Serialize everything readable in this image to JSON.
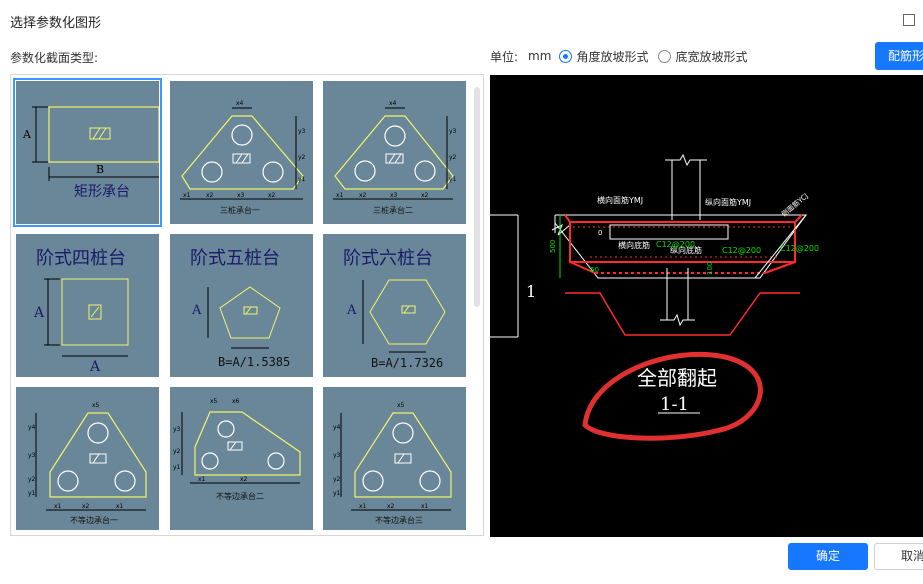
{
  "dialog": {
    "title": "选择参数化图形",
    "section_label": "参数化截面类型:"
  },
  "unit": {
    "label": "单位:",
    "value": "mm",
    "options": [
      {
        "label": "角度放坡形式",
        "selected": true
      },
      {
        "label": "底宽放坡形式",
        "selected": false
      }
    ]
  },
  "buttons": {
    "rebar": "配筋形",
    "ok": "确定",
    "cancel": "取消"
  },
  "shapes": [
    {
      "name": "矩形承台",
      "dims": {
        "a": "A",
        "b": "B"
      }
    },
    {
      "name": "三桩承台一",
      "dims": {
        "x1": "x1",
        "x2": "x2",
        "x3": "x3",
        "x4": "x4",
        "y1": "y1",
        "y2": "y2",
        "y3": "y3"
      }
    },
    {
      "name": "三桩承台二",
      "dims": {
        "x1": "x1",
        "x2": "x2",
        "x3": "x3",
        "x4": "x4",
        "y1": "y1",
        "y2": "y2",
        "y3": "y3"
      }
    },
    {
      "name": "阶式四桩台",
      "dims": {
        "a": "A"
      },
      "formula": ""
    },
    {
      "name": "阶式五桩台",
      "dims": {
        "a": "A"
      },
      "formula": "B=A/1.5385"
    },
    {
      "name": "阶式六桩台",
      "dims": {
        "a": "A"
      },
      "formula": "B=A/1.7326"
    },
    {
      "name": "不等边承台一",
      "dims": {
        "x1": "x1",
        "x2": "x2",
        "x5": "x5",
        "y1": "y1",
        "y2": "y2",
        "y3": "y3",
        "y4": "y4"
      }
    },
    {
      "name": "不等边承台二",
      "dims": {
        "x1": "x1",
        "x2": "x2",
        "x5": "x5",
        "x6": "x6",
        "y1": "y1",
        "y2": "y2",
        "y3": "y3"
      }
    },
    {
      "name": "不等边承台三",
      "dims": {
        "x1": "x1",
        "x2": "x2",
        "x5": "x5",
        "y1": "y1",
        "y2": "y2",
        "y3": "y3",
        "y4": "y4"
      }
    }
  ],
  "preview": {
    "labels": {
      "top_transverse": "横向面筋YMJ",
      "top_longitudinal": "纵向面筋YMJ",
      "bottom_transverse": "横向底筋",
      "bottom_longitudinal": "纵向底筋",
      "bar_spec_1": "C12@200",
      "bar_spec_2": "C12@200",
      "bar_spec_3": "C12@200",
      "side_bar": "侧面筋YCJ",
      "dim_500": "500",
      "dim_60": "60",
      "dim_100": "100",
      "dim_0": "0",
      "section_mark": "1",
      "caption": "全部翻起",
      "section_name": "1-1"
    },
    "colors": {
      "concrete": "#ffffff",
      "rebar": "#ff2a2a",
      "dimension": "#00e000",
      "annotation": "#e03030"
    }
  },
  "theme": {
    "accent": "#1677ff",
    "tile_bg": "#6a8799",
    "shape_stroke": "#f3f36a"
  }
}
